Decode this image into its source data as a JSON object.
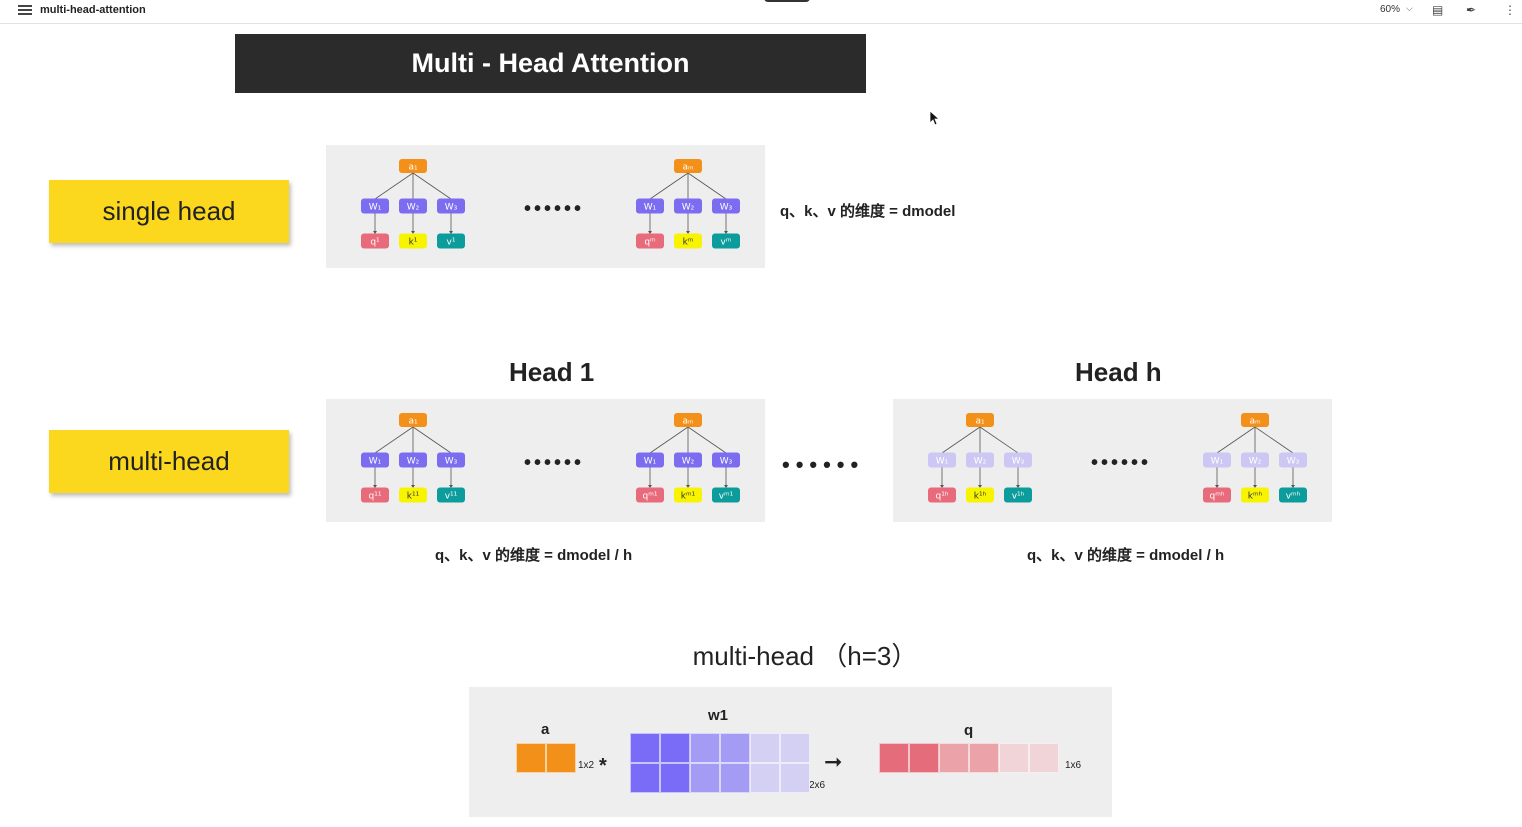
{
  "topbar": {
    "title": "multi-head-attention",
    "zoom": "60%"
  },
  "slide": {
    "title": "Multi - Head Attention",
    "single_head": {
      "tag": "single head",
      "note": "q、k、v 的维度 = dmodel",
      "left": {
        "a": "a₁",
        "w": [
          "W₁",
          "W₂",
          "W₃"
        ],
        "q": "q¹",
        "k": "k¹",
        "v": "v¹"
      },
      "right": {
        "a": "aₘ",
        "w": [
          "W₁",
          "W₂",
          "W₃"
        ],
        "q": "qᵐ",
        "k": "kᵐ",
        "v": "vᵐ"
      },
      "dots": "••••••"
    },
    "multi_head": {
      "tag": "multi-head",
      "head1": {
        "title": "Head 1",
        "note": "q、k、v 的维度 = dmodel / h",
        "left": {
          "a": "a₁",
          "w": [
            "W₁",
            "W₂",
            "W₃"
          ],
          "q": "q¹¹",
          "k": "k¹¹",
          "v": "v¹¹"
        },
        "right": {
          "a": "aₘ",
          "w": [
            "W₁",
            "W₂",
            "W₃"
          ],
          "q": "qᵐ¹",
          "k": "kᵐ¹",
          "v": "vᵐ¹"
        },
        "dots": "••••••"
      },
      "headh": {
        "title": "Head h",
        "note": "q、k、v 的维度 = dmodel / h",
        "left": {
          "a": "a₁",
          "w": [
            "W₁",
            "W₂",
            "W₃"
          ],
          "q": "q¹ʰ",
          "k": "k¹ʰ",
          "v": "v¹ʰ"
        },
        "right": {
          "a": "aₘ",
          "w": [
            "W₁",
            "W₂",
            "W₃"
          ],
          "q": "qᵐʰ",
          "k": "kᵐʰ",
          "v": "vᵐʰ"
        },
        "dots": "••••••"
      },
      "between_dots": "••••••"
    },
    "example": {
      "title": "multi-head （h=3）",
      "a_label": "a",
      "a_dim": "1x2",
      "times": "*",
      "w_label": "w1",
      "w_dim": "2x6",
      "arrow": "➞",
      "q_label": "q",
      "q_dim": "1x6"
    }
  },
  "colors": {
    "orange": "#f39019",
    "purple": "#7b6cf0",
    "purple_faded": "#cdc7f3",
    "red": "#e86b7c",
    "yellow": "#f8f400",
    "teal": "#0d9c9c",
    "tag_yellow": "#fbd81e",
    "banner": "#2b2b2b",
    "panel": "#eeeeee"
  }
}
